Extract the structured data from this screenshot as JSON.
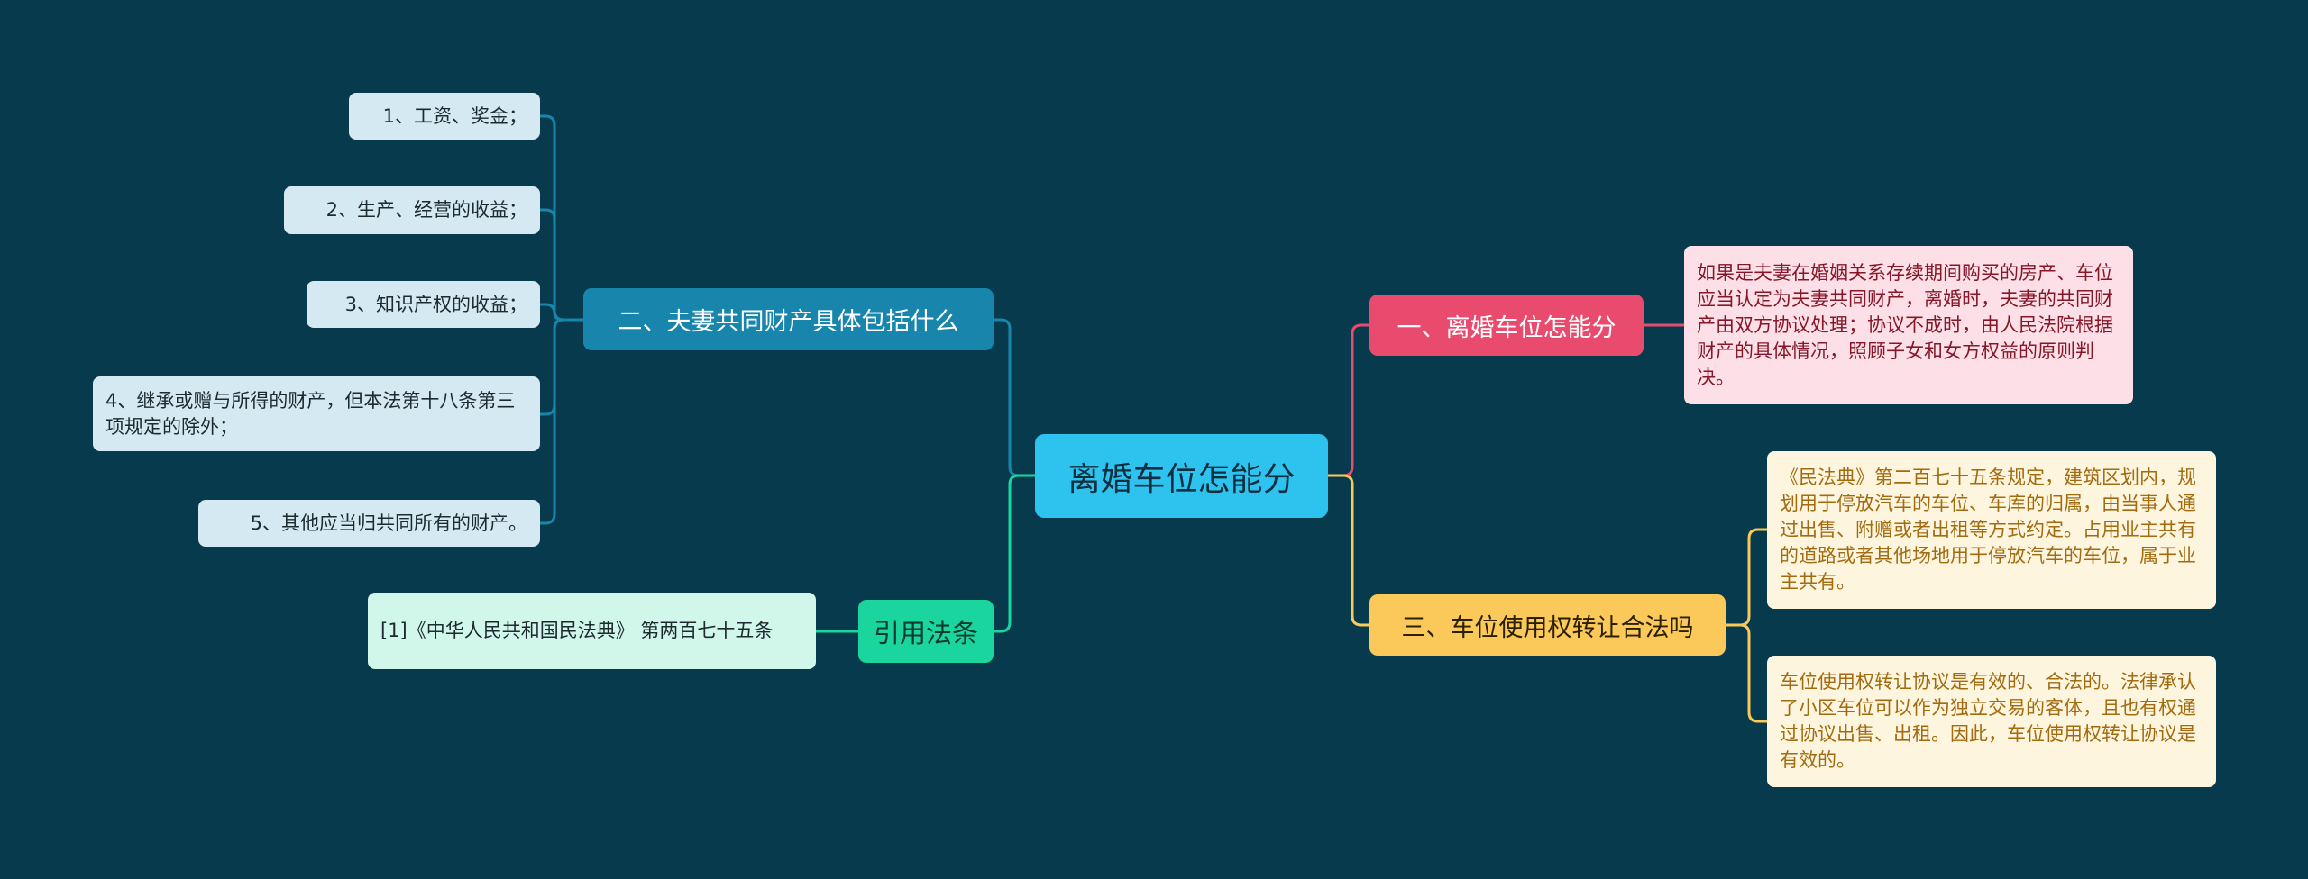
{
  "colors": {
    "background": "#073a4d",
    "center": "#2ec3ef",
    "branch1": "#e94b6e",
    "branch2": "#1785ac",
    "branch3": "#fbc95a",
    "branch_ref": "#1bd59f"
  },
  "center": {
    "label": "离婚车位怎能分"
  },
  "branch1": {
    "label": "一、离婚车位怎能分",
    "detail": "如果是夫妻在婚姻关系存续期间购买的房产、车位应当认定为夫妻共同财产，离婚时，夫妻的共同财产由双方协议处理；协议不成时，由人民法院根据财产的具体情况，照顾子女和女方权益的原则判决。"
  },
  "branch3": {
    "label": "三、车位使用权转让合法吗",
    "details": [
      "《民法典》第二百七十五条规定，建筑区划内，规划用于停放汽车的车位、车库的归属，由当事人通过出售、附赠或者出租等方式约定。占用业主共有的道路或者其他场地用于停放汽车的车位，属于业主共有。",
      "车位使用权转让协议是有效的、合法的。法律承认了小区车位可以作为独立交易的客体，且也有权通过协议出售、出租。因此，车位使用权转让协议是有效的。"
    ]
  },
  "branch2": {
    "label": "二、夫妻共同财产具体包括什么",
    "items": [
      "1、工资、奖金；",
      "2、生产、经营的收益；",
      "3、知识产权的收益；",
      "4、继承或赠与所得的财产，但本法第十八条第三项规定的除外；",
      "5、其他应当归共同所有的财产。"
    ]
  },
  "branch_ref": {
    "label": "引用法条",
    "detail": "[1]《中华人民共和国民法典》 第两百七十五条"
  }
}
